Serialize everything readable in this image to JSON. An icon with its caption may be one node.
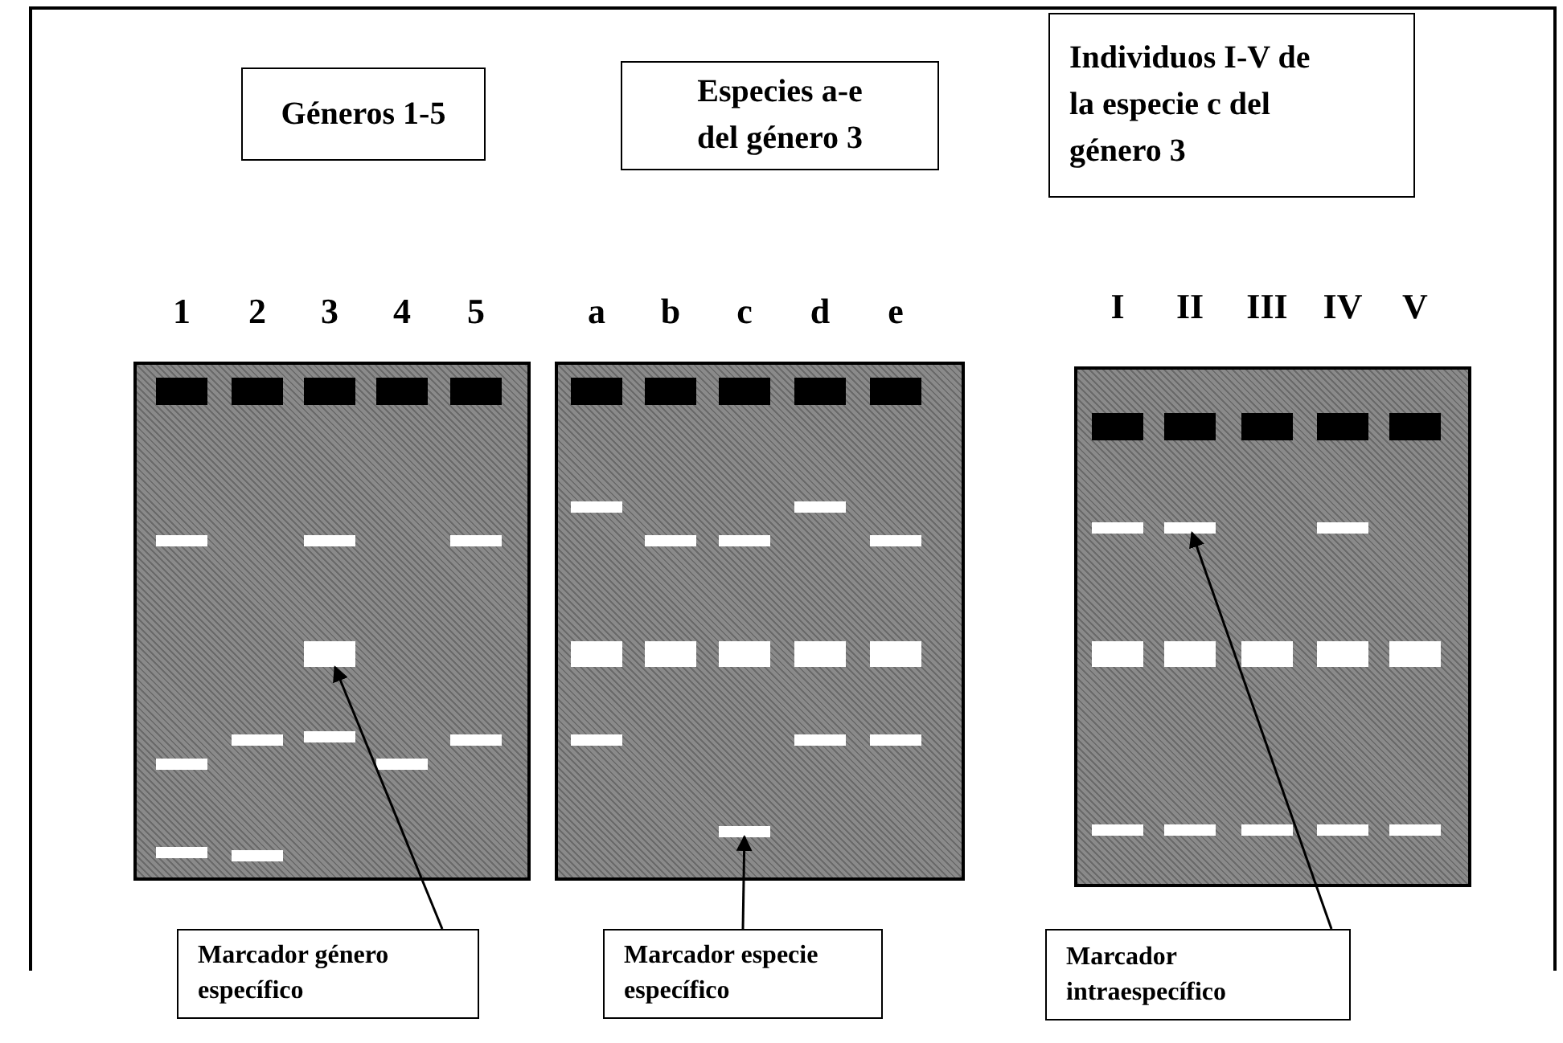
{
  "diagram": {
    "nodes": [
      {
        "text": [
          "Géneros 1-5"
        ]
      },
      {
        "text": [
          "Especies a-e del género 3"
        ]
      },
      {
        "text": [
          "Individuos I-V de la especie c del género 3"
        ]
      },
      {
        "text": [],
        "shape": "box"
      },
      {
        "text": [],
        "shape": "box"
      },
      {
        "text": [],
        "shape": "box"
      },
      {
        "text": [],
        "shape": "bar",
        "in": 3
      },
      {
        "text": [],
        "shape": "bar",
        "in": 3
      },
      {
        "text": [],
        "shape": "bar",
        "in": 3
      },
      {
        "text": [],
        "shape": "bar",
        "in": 3
      },
      {
        "text": [],
        "shape": "bar",
        "in": 3
      },
      {
        "text": [],
        "shape": "bar",
        "in": 3
      },
      {
        "text": [],
        "shape": "bar",
        "in": 3
      },
      {
        "text": [],
        "shape": "bar",
        "in": 3
      },
      {
        "text": [],
        "shape": "bar",
        "in": 3
      },
      {
        "text": [],
        "shape": "bar",
        "in": 3
      },
      {
        "text": [],
        "shape": "bar",
        "in": 3
      },
      {
        "text": [],
        "shape": "bar",
        "in": 4
      },
      {
        "text": [],
        "shape": "bar",
        "in": 4
      },
      {
        "text": [],
        "shape": "bar",
        "in": 4
      },
      {
        "text": [],
        "shape": "bar",
        "in": 4
      },
      {
        "text": [],
        "shape": "bar",
        "in": 4
      },
      {
        "text": [],
        "shape": "bar",
        "in": 4
      },
      {
        "text": [],
        "shape": "bar",
        "in": 4
      },
      {
        "text": [],
        "shape": "bar",
        "in": 4
      },
      {
        "text": [],
        "shape": "bar",
        "in": 4
      },
      {
        "text": [],
        "shape": "bar",
        "in": 4
      },
      {
        "text": [],
        "shape": "bar",
        "in": 4
      },
      {
        "text": [],
        "shape": "bar",
        "in": 4
      },
      {
        "text": [],
        "shape": "bar",
        "in": 4
      },
      {
        "text": [],
        "shape": "bar",
        "in": 4
      },
      {
        "text": [],
        "shape": "bar",
        "in": 5
      },
      {
        "text": [],
        "shape": "bar",
        "in": 5
      },
      {
        "text": [],
        "shape": "bar",
        "in": 5
      },
      {
        "text": [],
        "shape": "bar",
        "in": 5
      },
      {
        "text": [],
        "shape": "bar",
        "in": 5
      },
      {
        "text": [],
        "shape": "bar",
        "in": 5
      },
      {
        "text": [],
        "shape": "bar",
        "in": 5
      },
      {
        "text": [],
        "shape": "bar",
        "in": 5
      },
      {
        "text": [],
        "shape": "bar",
        "in": 5
      },
      {
        "text": [],
        "shape": "bar",
        "in": 5
      },
      {
        "text": [],
        "shape": "bar",
        "in": 5
      },
      {
        "text": [],
        "shape": "bar",
        "in": 5
      },
      {
        "text": [],
        "shape": "bar",
        "in": 5
      },
      {
        "text": [
          "Marcador género específico"
        ]
      },
      {
        "text": [
          "Marcador especie específico"
        ]
      },
      {
        "text": [
          "Marcador intraespecífico"
        ]
      }
    ],
    "edges": [
      {
        "from": 44,
        "to": 9,
        "arrow": "to"
      },
      {
        "from": 45,
        "to": 30,
        "arrow": "to"
      },
      {
        "from": 46,
        "to": 32,
        "arrow": "to"
      }
    ],
    "labels": [
      "1",
      "2",
      "3",
      "4",
      "5",
      "a",
      "b",
      "c",
      "d",
      "e",
      "I",
      "II",
      "III",
      "IV",
      "V"
    ]
  }
}
